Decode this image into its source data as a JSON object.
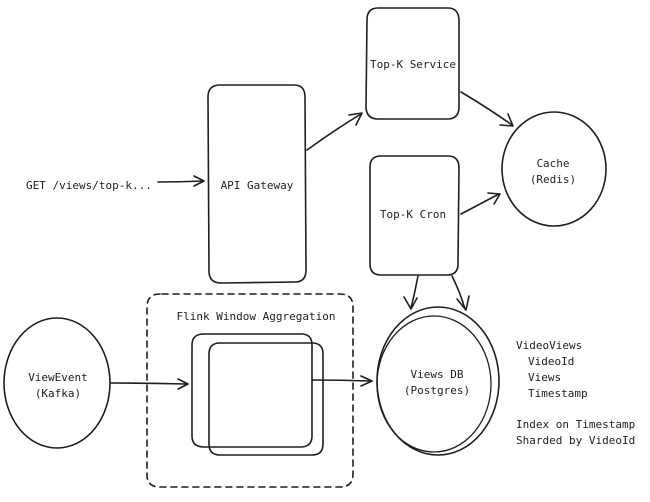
{
  "nodes": {
    "topk_service": "Top-K Service",
    "api_gateway": "API Gateway",
    "cache": {
      "line1": "Cache",
      "line2": "(Redis)"
    },
    "topk_cron": "Top-K Cron",
    "flink": "Flink Window Aggregation",
    "view_event": {
      "line1": "ViewEvent",
      "line2": "(Kafka)"
    },
    "views_db": {
      "line1": "Views DB",
      "line2": "(Postgres)"
    }
  },
  "request_label": "GET /views/top-k...",
  "schema": {
    "table": "VideoViews",
    "columns": [
      "VideoId",
      "Views",
      "Timestamp"
    ]
  },
  "notes": [
    "Index on Timestamp",
    "Sharded by VideoId"
  ]
}
